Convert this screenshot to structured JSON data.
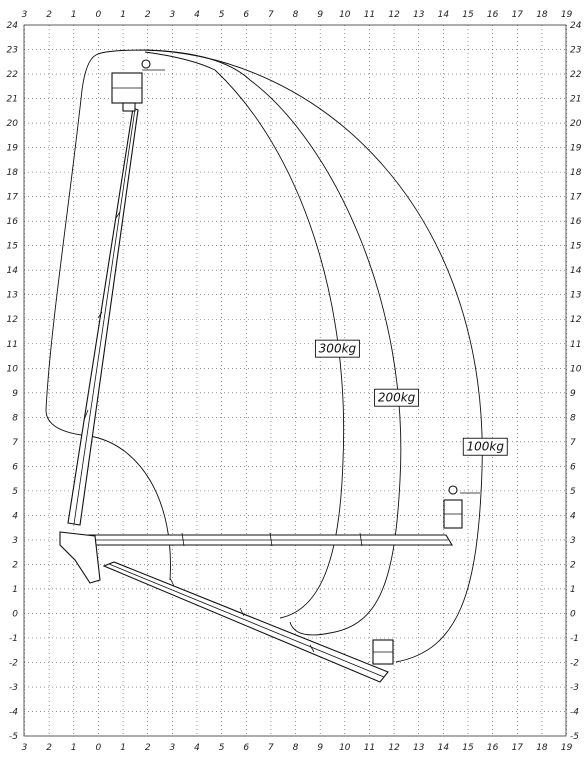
{
  "axes": {
    "x_ticks": [
      3,
      2,
      1,
      0,
      1,
      2,
      3,
      4,
      5,
      6,
      7,
      8,
      9,
      10,
      11,
      12,
      13,
      14,
      15,
      16,
      17,
      18,
      19
    ],
    "y_ticks": [
      24,
      23,
      22,
      21,
      20,
      19,
      18,
      17,
      16,
      15,
      14,
      13,
      12,
      11,
      10,
      9,
      8,
      7,
      6,
      5,
      4,
      3,
      2,
      1,
      0,
      -1,
      -2,
      -3,
      -4,
      -5
    ],
    "x_range": [
      -3,
      19
    ],
    "y_range": [
      -5,
      24
    ]
  },
  "load_zones": [
    {
      "label": "300kg",
      "label_at": [
        9.7,
        10.8
      ]
    },
    {
      "label": "200kg",
      "label_at": [
        12.1,
        8.8
      ]
    },
    {
      "label": "100kg",
      "label_at": [
        15.7,
        6.8
      ]
    }
  ]
}
